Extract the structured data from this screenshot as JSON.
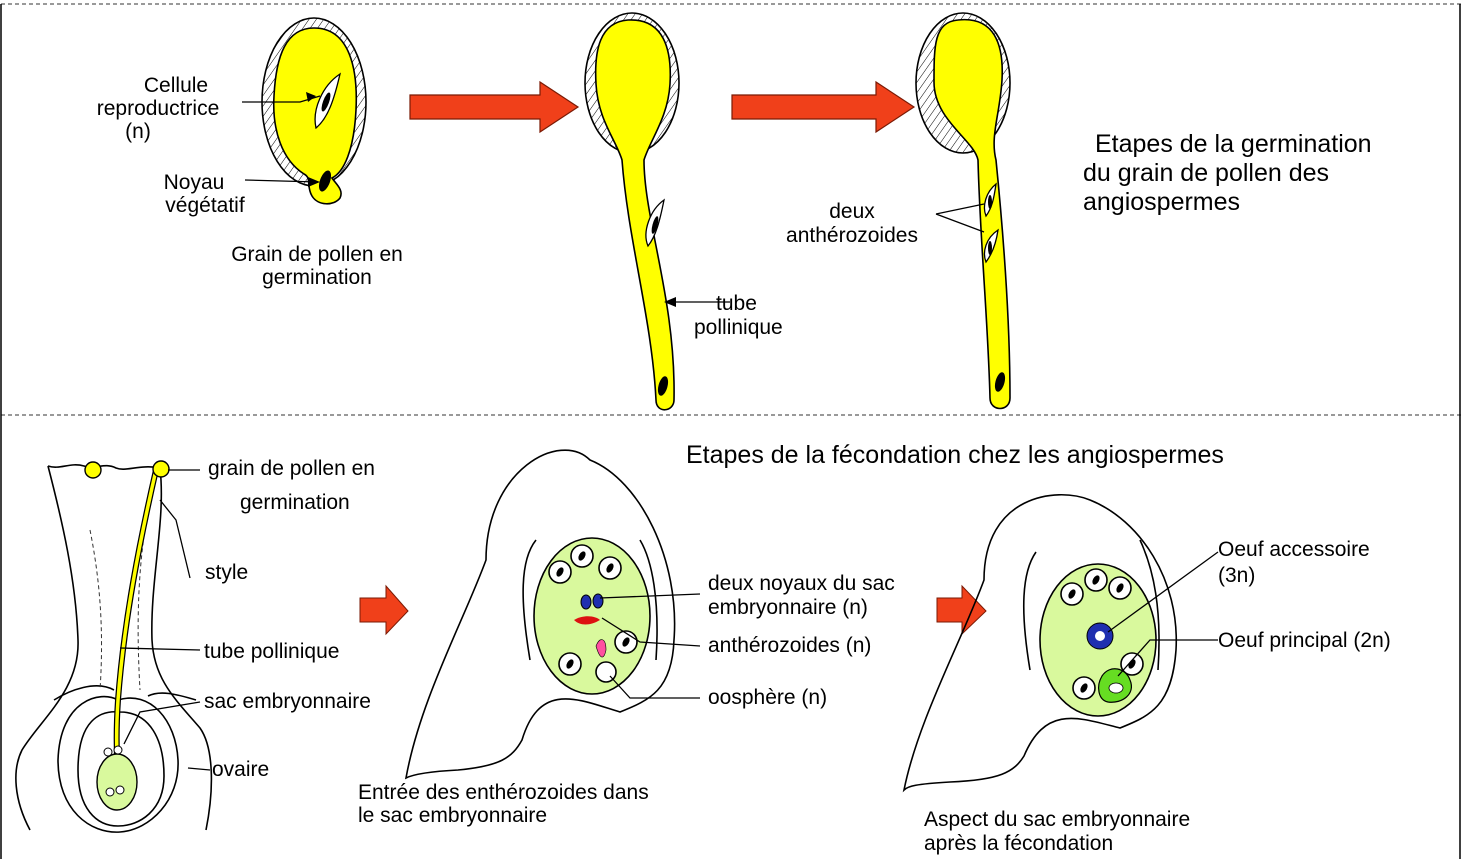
{
  "colors": {
    "pollen_yellow": "#FFFF00",
    "sac_green": "#D9F99D",
    "arrow_red": "#F0401A",
    "nucleus_blue": "#1F2FB0",
    "egg_green": "#66DD22",
    "antherozoid_red": "#DD1111",
    "oosphere_pink": "#FF4FA0"
  },
  "top_panel": {
    "title_line1": "Etapes de la germination",
    "title_line2": "du grain de pollen des",
    "title_line3": "angiospermes",
    "grain": {
      "cell_label_line1": "Cellule",
      "cell_label_line2": "reproductrice",
      "cell_label_line3": "(n)",
      "nucleus_label_line1": "Noyau",
      "nucleus_label_line2": "végétatif",
      "caption_line1": "Grain de pollen en",
      "caption_line2": "germination"
    },
    "tube_label_line1": "tube",
    "tube_label_line2": "pollinique",
    "antherozoids_label_line1": "deux",
    "antherozoids_label_line2": "anthérozoides"
  },
  "bottom_panel": {
    "title": "Etapes de la fécondation chez les angiospermes",
    "pistil": {
      "pollen_label_line1": "grain de pollen en",
      "pollen_label_line2": "germination",
      "style_label": "style",
      "tube_label": "tube pollinique",
      "sac_label": "sac embryonnaire",
      "ovary_label": "ovaire"
    },
    "entry": {
      "nuclei_label_line1": "deux noyaux du sac",
      "nuclei_label_line2": "embryonnaire (n)",
      "antherozoids_label": "anthérozoides (n)",
      "oosphere_label": "oosphère (n)",
      "caption_line1": "Entrée des enthérozoides dans",
      "caption_line2": "le sac embryonnaire"
    },
    "after": {
      "accessory_label_line1": "Oeuf accessoire",
      "accessory_label_line2": "(3n)",
      "principal_label": "Oeuf principal (2n)",
      "caption_line1": "Aspect du sac embryonnaire",
      "caption_line2": "après la fécondation"
    }
  }
}
